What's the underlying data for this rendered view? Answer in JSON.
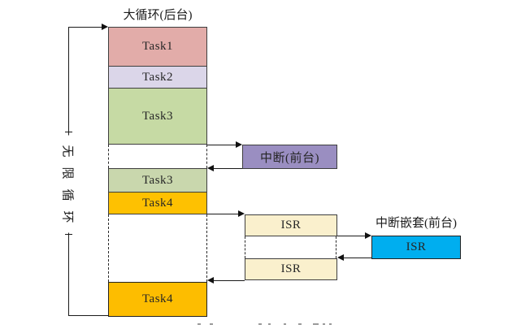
{
  "diagram": {
    "title": "大循环(后台)",
    "infinite_loop_label": "无限循环",
    "background_stack": {
      "tasks": [
        {
          "label": "Task1",
          "color": "#E2ACA9"
        },
        {
          "label": "Task2",
          "color": "#DBD6E9"
        },
        {
          "label": "Task3",
          "color": "#C6DAA4"
        },
        {
          "label": "Task3",
          "color": "#C9D7AD"
        },
        {
          "label": "Task4",
          "color": "#FEC101"
        },
        {
          "label": "Task4",
          "color": "#FDBD00"
        }
      ]
    },
    "interrupt": {
      "label": "中断(前台)",
      "color": "#9A8EC1"
    },
    "isr": {
      "boxes": [
        {
          "label": "ISR"
        },
        {
          "label": "ISR"
        }
      ],
      "color": "#FAF0CD"
    },
    "nested_interrupt": {
      "title": "中断嵌套(前台)",
      "label": "ISR",
      "color": "#00AEEF"
    },
    "line_color": "#1A1A1A"
  }
}
